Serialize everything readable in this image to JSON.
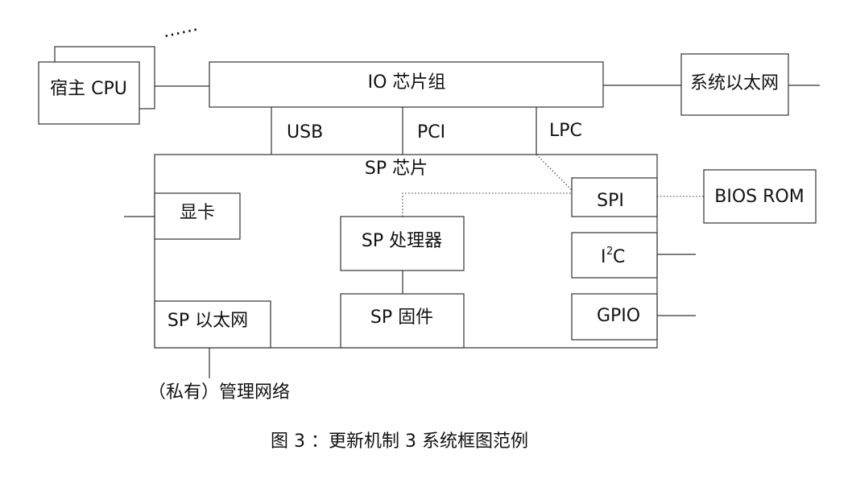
{
  "diagram": {
    "host_cpu": "宿主  CPU",
    "ellipsis": "……",
    "io_chipset": "IO  芯片组",
    "system_ethernet": "系统以太网",
    "bus_usb": "USB",
    "bus_pci": "PCI",
    "bus_lpc": "LPC",
    "sp_chip": "SP  芯片",
    "graphics_card": "显卡",
    "sp_processor": "SP  处理器",
    "sp_firmware": "SP  固件",
    "sp_ethernet": "SP  以太网",
    "spi": "SPI",
    "bios_rom": "BIOS ROM",
    "i2c_i": "I",
    "i2c_2": "2",
    "i2c_c": "C",
    "gpio": "GPIO",
    "private_network": "（私有）管理网络",
    "caption": "图  3 ：更新机制  3  系统框图范例"
  }
}
